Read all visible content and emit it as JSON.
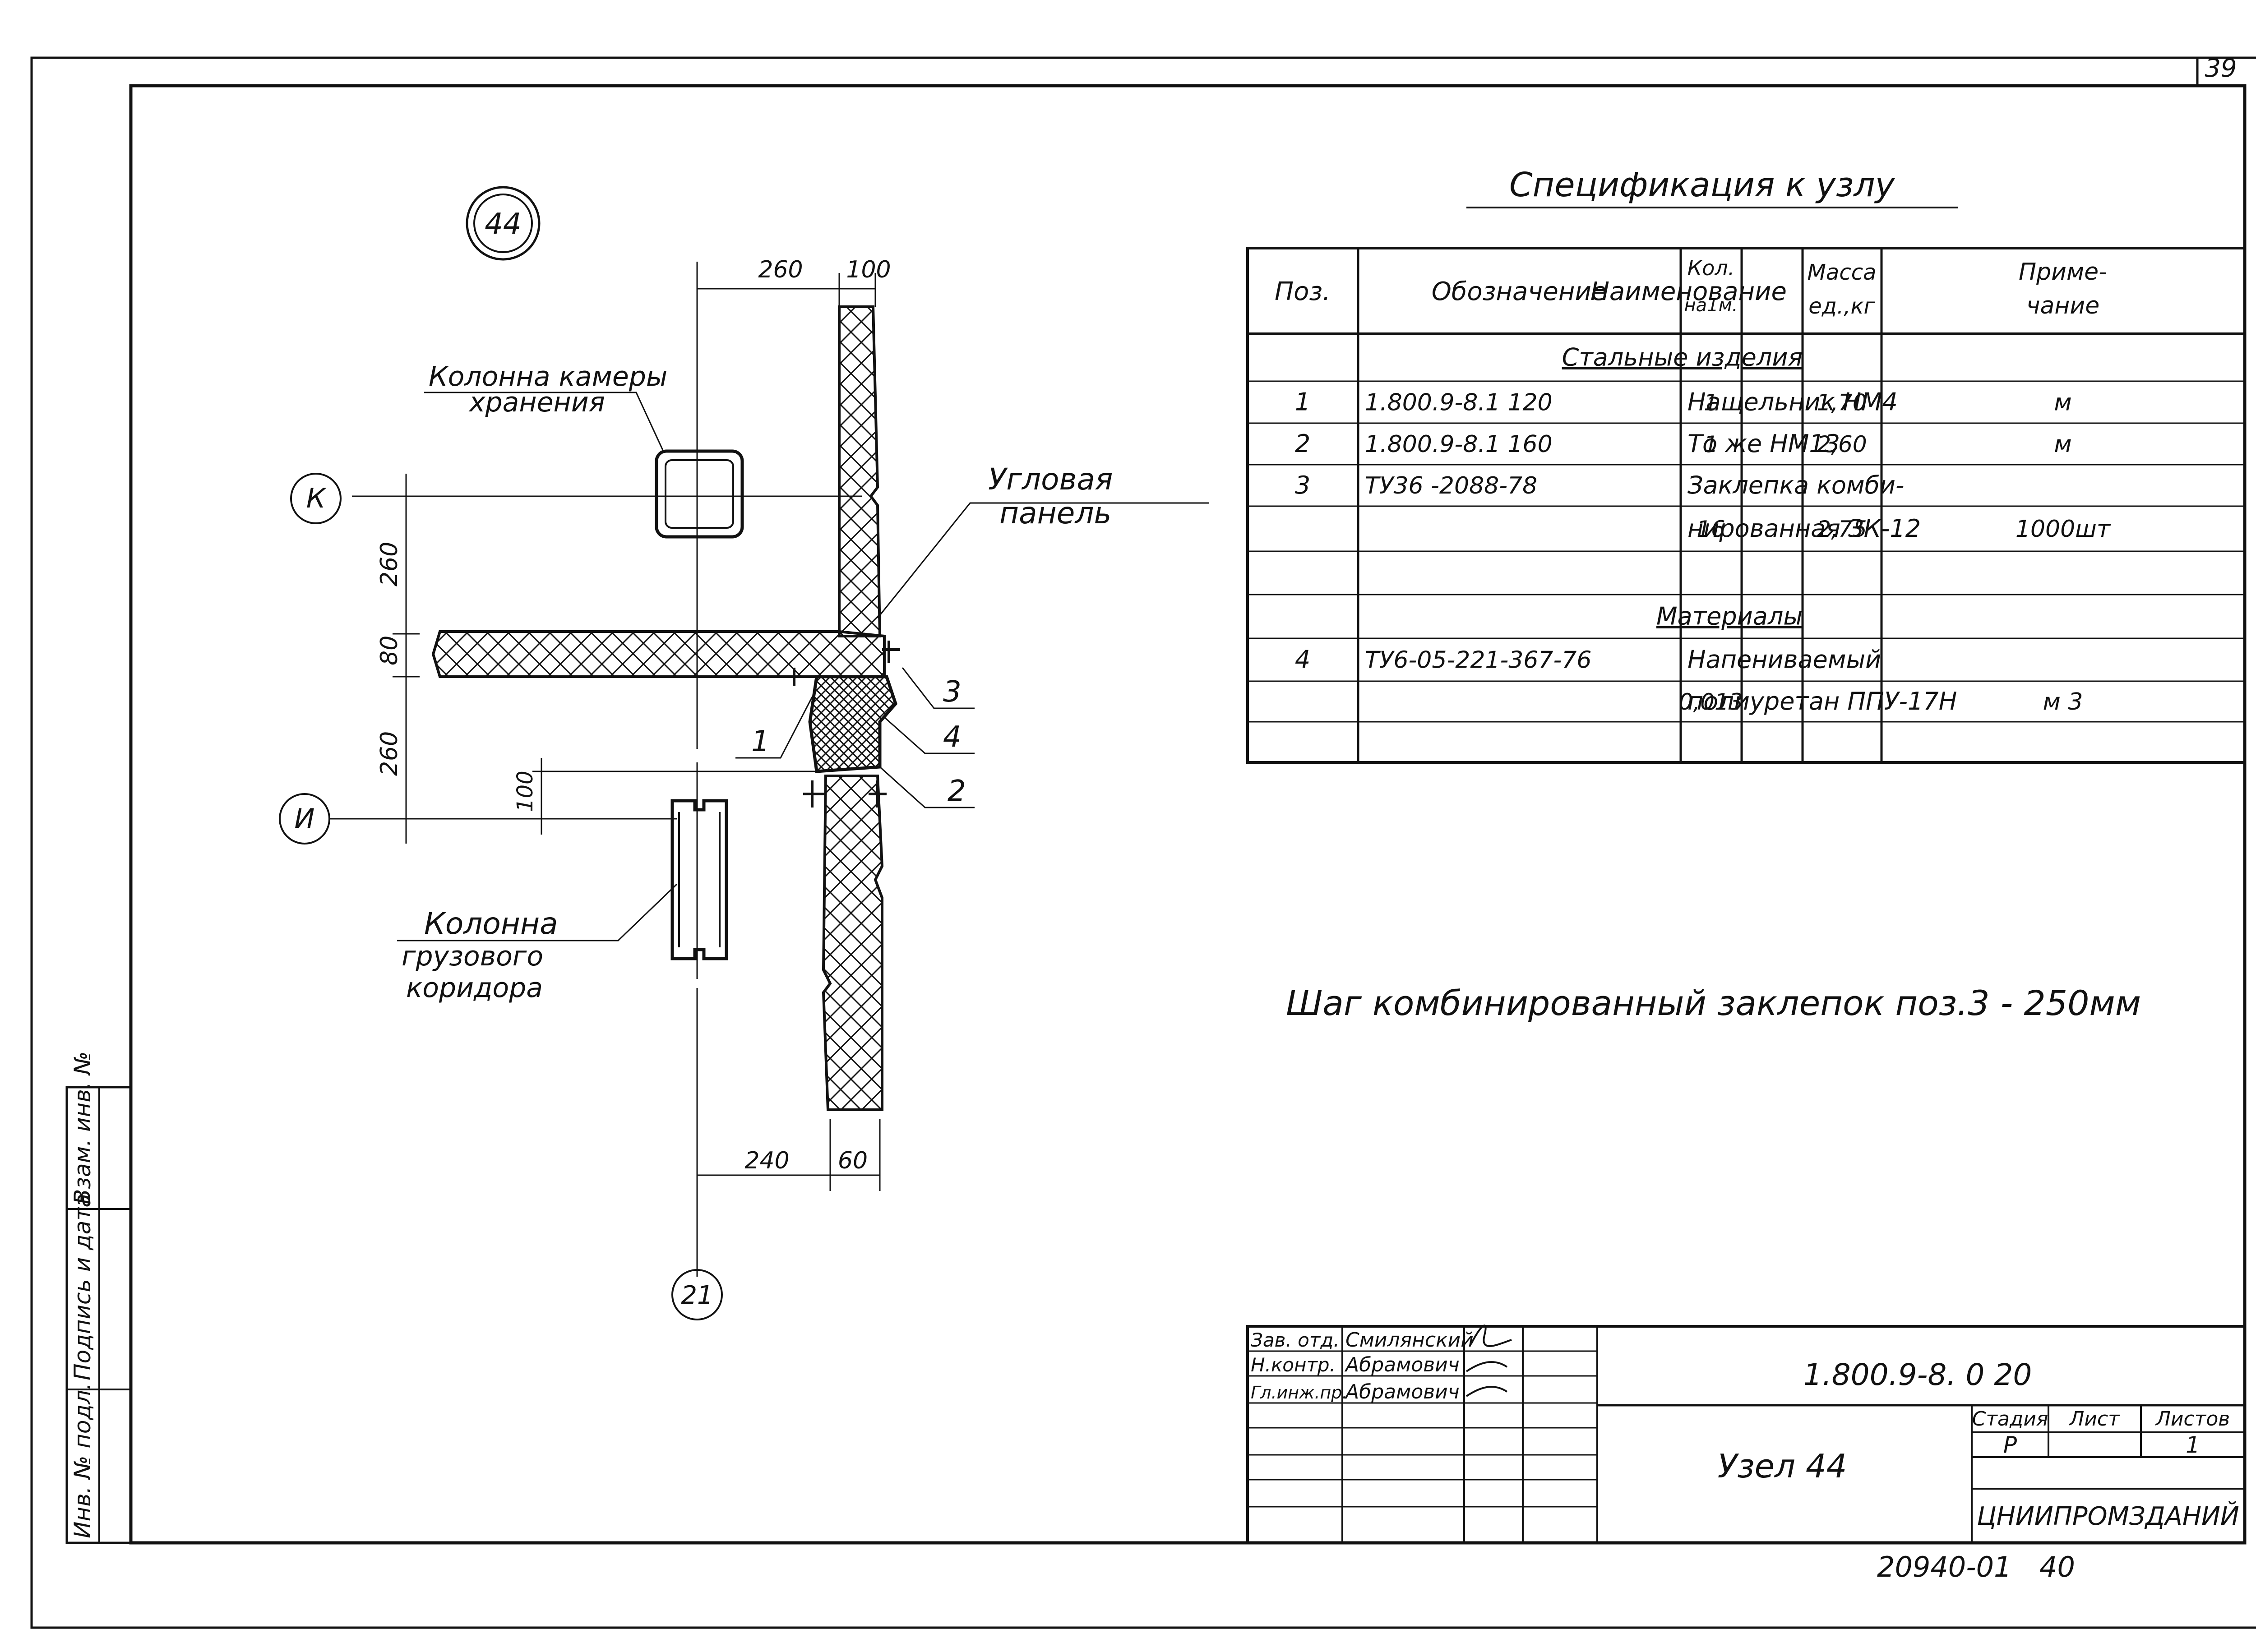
{
  "sheet": {
    "page_number": "39",
    "bottom_code": "20940-01",
    "bottom_number": "40"
  },
  "node_mark": "44",
  "drawing": {
    "dims": {
      "top_left": "260",
      "top_right": "100",
      "left_top": "260",
      "left_middle": "80",
      "left_bottom": "260",
      "inner_offset": "100",
      "bottom_left": "240",
      "bottom_right": "60"
    },
    "axes": {
      "k": "К",
      "i": "И",
      "a21": "21"
    },
    "labels": {
      "column_chamber_line1": "Колонна камеры",
      "column_chamber_line2": "хранения",
      "corner_panel_line1": "Угловая",
      "corner_panel_line2": "панель",
      "column_corridor_line1": "Колонна",
      "column_corridor_line2": "грузового",
      "column_corridor_line3": "коридора"
    },
    "callouts": [
      "1",
      "2",
      "3",
      "4"
    ]
  },
  "spec": {
    "title": "Спецификация  к узлу",
    "headers": {
      "pos": "Поз.",
      "designation": "Обозначение",
      "name": "Наименование",
      "qty_1": "Кол.",
      "qty_2": "на1м.",
      "mass_1": "Масса",
      "mass_2": "ед.,кг",
      "note_1": "Приме-",
      "note_2": "чание"
    },
    "rows": [
      {
        "pos": "",
        "des": "",
        "name": "Стальные изделия",
        "qty": "",
        "mass": "",
        "note": "",
        "section": true
      },
      {
        "pos": "1",
        "des": "1.800.9-8.1 120",
        "name": "Нащельник  НМ4",
        "qty": "1",
        "mass": "1,70",
        "note": "м"
      },
      {
        "pos": "2",
        "des": "1.800.9-8.1 160",
        "name": "То же       НМ13",
        "qty": "1",
        "mass": "2,60",
        "note": "м"
      },
      {
        "pos": "3",
        "des": "ТУ36 -2088-78",
        "name": "Заклепка комби-",
        "qty": "",
        "mass": "",
        "note": ""
      },
      {
        "pos": "",
        "des": "",
        "name": "нированная ЗК-12",
        "qty": "16",
        "mass": "2,75",
        "note": "1000шт"
      },
      {
        "pos": "",
        "des": "",
        "name": "",
        "qty": "",
        "mass": "",
        "note": ""
      },
      {
        "pos": "",
        "des": "",
        "name": "Материалы",
        "qty": "",
        "mass": "",
        "note": "",
        "section": true
      },
      {
        "pos": "4",
        "des": "ТУ6-05-221-367-76",
        "name": "Напениваемый",
        "qty": "",
        "mass": "",
        "note": ""
      },
      {
        "pos": "",
        "des": "",
        "name": "полиуретан ППУ-17Н",
        "qty": "0,013",
        "mass": "",
        "note": "м 3"
      },
      {
        "pos": "",
        "des": "",
        "name": "",
        "qty": "",
        "mass": "",
        "note": ""
      }
    ]
  },
  "note": "Шаг комбинированный заклепок поз.3 - 250мм",
  "title_block": {
    "roles": [
      "Зав. отд.",
      "Н.контр.",
      "Гл.инж.пр."
    ],
    "names": [
      "Смилянский",
      "Абрамович",
      "Абрамович"
    ],
    "doc_code": "1.800.9-8. 0 20",
    "node_title": "Узел    44",
    "stage_label": "Стадия",
    "sheet_label": "Лист",
    "sheets_label": "Листов",
    "stage": "Р",
    "sheets": "1",
    "org": "ЦНИИПРОМЗДАНИЙ"
  },
  "margin_stamp": {
    "cells": [
      "Инв. № подл.",
      "Подпись и дата",
      "Взам. инв. №"
    ]
  }
}
